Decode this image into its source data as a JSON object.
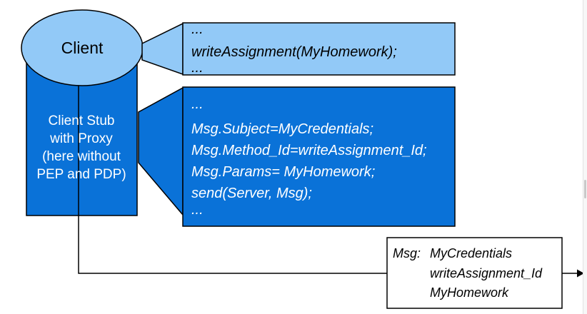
{
  "colors": {
    "light_blue": "#92c9f7",
    "dark_blue": "#0a72d8",
    "outline": "#000000"
  },
  "client_node": {
    "label": "Client"
  },
  "stub_node": {
    "lines": [
      "Client Stub",
      "with Proxy",
      "(here without",
      "PEP and PDP)"
    ]
  },
  "client_code_callout": {
    "lines": [
      "...",
      "writeAssignment(MyHomework);",
      "..."
    ]
  },
  "stub_code_callout": {
    "lines": [
      "...",
      "Msg.Subject=MyCredentials;",
      "Msg.Method_Id=writeAssignment_Id;",
      "Msg.Params= MyHomework;",
      "send(Server, Msg);",
      "..."
    ]
  },
  "message_note": {
    "label": "Msg:",
    "values": [
      "MyCredentials",
      "writeAssignment_Id",
      "MyHomework"
    ]
  }
}
